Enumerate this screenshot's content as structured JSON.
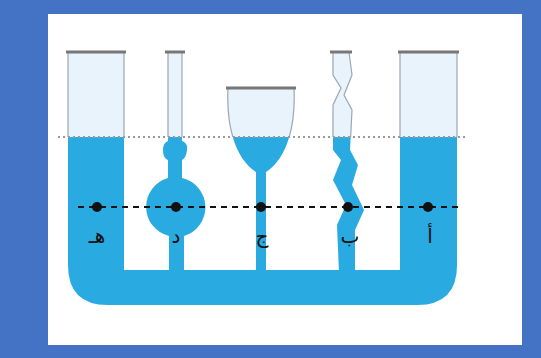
{
  "diagram": {
    "labels": [
      "أ",
      "ب",
      "ج",
      "د",
      "هـ"
    ]
  }
}
